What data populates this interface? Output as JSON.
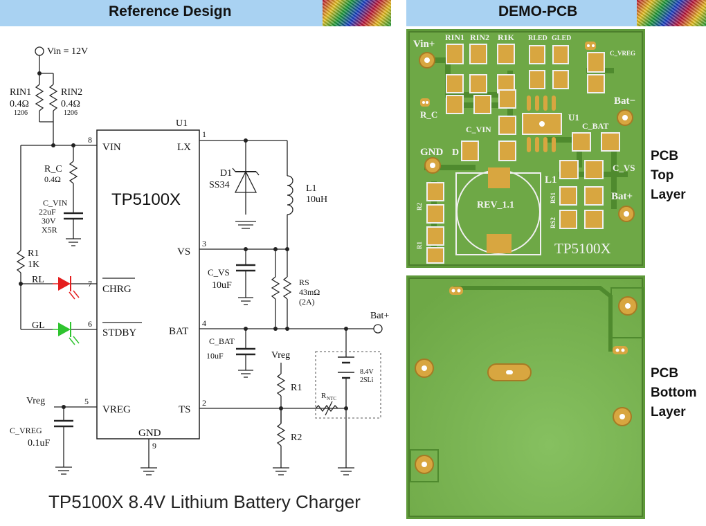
{
  "headers": {
    "reference_title": "Reference Design",
    "demo_title": "DEMO-PCB"
  },
  "caption": "TP5100X 8.4V Lithium Battery Charger",
  "side_labels": {
    "top": [
      "PCB",
      "Top",
      "Layer"
    ],
    "bottom": [
      "PCB",
      "Bottom",
      "Layer"
    ]
  },
  "schematic": {
    "vin": "Vin = 12V",
    "rin1": {
      "name": "RIN1",
      "value": "0.4Ω",
      "pkg": "1206"
    },
    "rin2": {
      "name": "RIN2",
      "value": "0.4Ω",
      "pkg": "1206"
    },
    "rc": {
      "name": "R_C",
      "value": "0.4Ω"
    },
    "cvin": {
      "name": "C_VIN",
      "v1": "22uF",
      "v2": "30V",
      "v3": "X5R"
    },
    "r1k": {
      "name": "R1",
      "value": "1K"
    },
    "rl": "RL",
    "gl": "GL",
    "ic": {
      "ref": "U1",
      "name": "TP5100X"
    },
    "pins": {
      "vin": "VIN",
      "lx": "LX",
      "vs": "VS",
      "chrg": "CHRG",
      "stdby": "STDBY",
      "bat": "BAT",
      "vreg": "VREG",
      "ts": "TS",
      "gnd": "GND"
    },
    "pin_numbers": {
      "vin": "8",
      "lx": "1",
      "vs": "3",
      "chrg": "7",
      "stdby": "6",
      "bat": "4",
      "vreg": "5",
      "ts": "2",
      "gnd": "9"
    },
    "d1": {
      "name": "D1",
      "value": "SS34"
    },
    "l1": {
      "name": "L1",
      "value": "10uH"
    },
    "cvs": {
      "name": "C_VS",
      "value": "10uF"
    },
    "rs": {
      "name": "RS",
      "value": "43mΩ",
      "note": "(2A)"
    },
    "cbat": {
      "name": "C_BAT",
      "value": "10uF"
    },
    "batp": "Bat+",
    "vreg_top": "Vreg",
    "r1": "R1",
    "r2": "R2",
    "rntc": "R",
    "rntc_sub": "NTC",
    "battery": {
      "v": "8.4V",
      "type": "2SLi"
    },
    "vreg_left": "Vreg",
    "cvreg": {
      "name": "C_VREG",
      "value": "0.1uF"
    }
  },
  "pcb_top": {
    "labels": {
      "vin": "Vin+",
      "rin1": "RIN1",
      "rin2": "RIN2",
      "r1k": "R1K",
      "rled": "RLED",
      "gled": "GLED",
      "cvreg": "C_VREG",
      "batm": "Bat−",
      "rc": "R_C",
      "cvin": "C_VIN",
      "u1": "U1",
      "cbat": "C_BAT",
      "gnd": "GND",
      "d": "D",
      "cvs": "C_VS",
      "l1": "L1",
      "rs1": "RS1",
      "batp": "Bat+",
      "rev": "REV_1.1",
      "rs2": "RS2",
      "r2": "R2",
      "r1": "R1",
      "tp": "TP5100X"
    }
  },
  "colors": {
    "header_bg": "#a9d2f2",
    "pcb_top": "#5f9a3a",
    "pcb_bottom": "#7db65a",
    "pad": "#d8a640",
    "led_red": "#e41e1e",
    "led_green": "#2fc42f"
  }
}
